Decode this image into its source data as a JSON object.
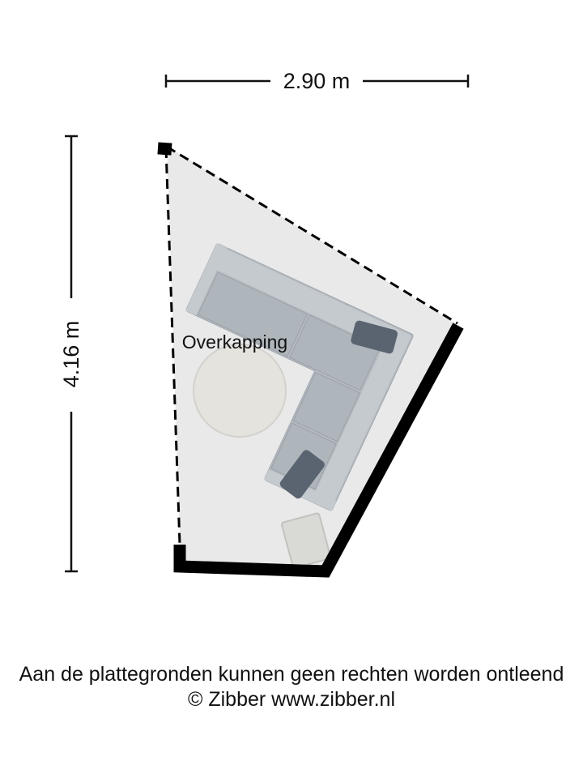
{
  "floorplan": {
    "room_label": "Overkapping",
    "width_dim": "2.90 m",
    "height_dim": "4.16 m"
  },
  "footer": {
    "disclaimer": "Aan de plattegronden kunnen geen rechten worden ontleend",
    "credit": "© Zibber www.zibber.nl"
  },
  "colors": {
    "floor": "#e9e9e9",
    "wall": "#000000",
    "sofa_body": "#b6bcc2",
    "sofa_back": "#c5cacf",
    "sofa_seat": "#aeb5bb",
    "pillow": "#5a6470",
    "rug": "#e5e3de",
    "table": "#d9d9d6"
  }
}
